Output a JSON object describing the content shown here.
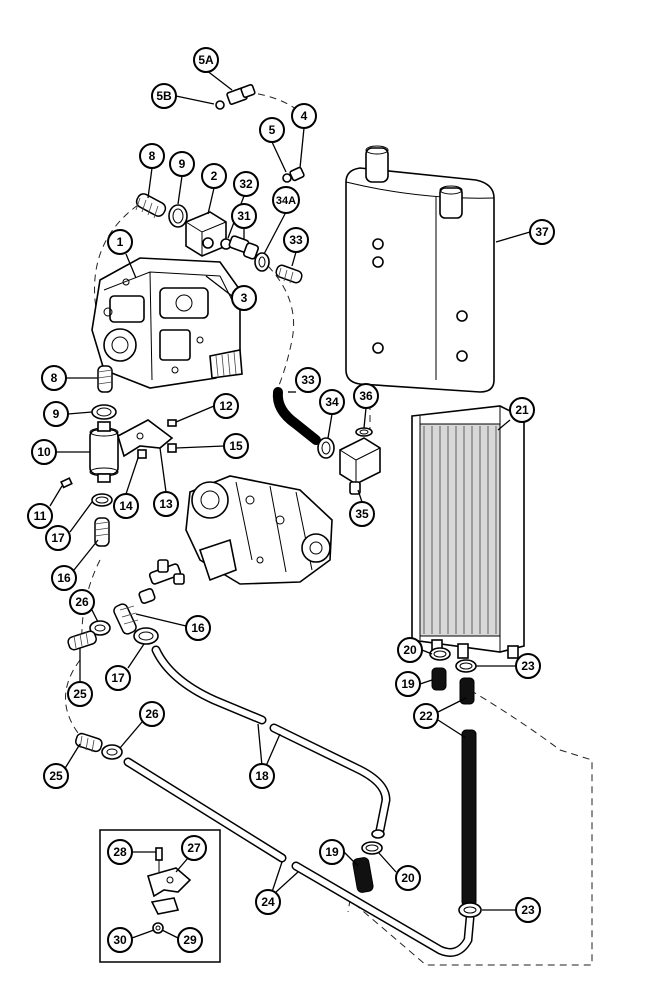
{
  "diagram": {
    "callouts": [
      {
        "key": "c5a",
        "label": "5A"
      },
      {
        "key": "c5b",
        "label": "5B"
      },
      {
        "key": "c5",
        "label": "5"
      },
      {
        "key": "c4",
        "label": "4"
      },
      {
        "key": "c8a",
        "label": "8"
      },
      {
        "key": "c9a",
        "label": "9"
      },
      {
        "key": "c2",
        "label": "2"
      },
      {
        "key": "c32",
        "label": "32"
      },
      {
        "key": "c31",
        "label": "31"
      },
      {
        "key": "c34a",
        "label": "34A"
      },
      {
        "key": "c33a",
        "label": "33"
      },
      {
        "key": "c37",
        "label": "37"
      },
      {
        "key": "c1",
        "label": "1"
      },
      {
        "key": "c3",
        "label": "3"
      },
      {
        "key": "c8b",
        "label": "8"
      },
      {
        "key": "c33b",
        "label": "33"
      },
      {
        "key": "c34",
        "label": "34"
      },
      {
        "key": "c36",
        "label": "36"
      },
      {
        "key": "c21",
        "label": "21"
      },
      {
        "key": "c9b",
        "label": "9"
      },
      {
        "key": "c12",
        "label": "12"
      },
      {
        "key": "c10",
        "label": "10"
      },
      {
        "key": "c15",
        "label": "15"
      },
      {
        "key": "c11",
        "label": "11"
      },
      {
        "key": "c14",
        "label": "14"
      },
      {
        "key": "c13",
        "label": "13"
      },
      {
        "key": "c35",
        "label": "35"
      },
      {
        "key": "c17a",
        "label": "17"
      },
      {
        "key": "c16a",
        "label": "16"
      },
      {
        "key": "c26a",
        "label": "26"
      },
      {
        "key": "c16b",
        "label": "16"
      },
      {
        "key": "c20a",
        "label": "20"
      },
      {
        "key": "c23a",
        "label": "23"
      },
      {
        "key": "c19a",
        "label": "19"
      },
      {
        "key": "c25a",
        "label": "25"
      },
      {
        "key": "c17b",
        "label": "17"
      },
      {
        "key": "c22",
        "label": "22"
      },
      {
        "key": "c26b",
        "label": "26"
      },
      {
        "key": "c18",
        "label": "18"
      },
      {
        "key": "c25b",
        "label": "25"
      },
      {
        "key": "c28",
        "label": "28"
      },
      {
        "key": "c27",
        "label": "27"
      },
      {
        "key": "c19b",
        "label": "19"
      },
      {
        "key": "c20b",
        "label": "20"
      },
      {
        "key": "c24",
        "label": "24"
      },
      {
        "key": "c23b",
        "label": "23"
      },
      {
        "key": "c30",
        "label": "30"
      },
      {
        "key": "c29",
        "label": "29"
      }
    ]
  }
}
